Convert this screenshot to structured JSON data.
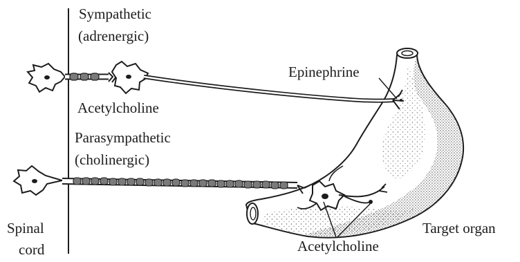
{
  "colors": {
    "ink": "#1c1c1c",
    "stipple": "#2a2a2a",
    "myelin": "#7a7a7a",
    "background": "#ffffff"
  },
  "labels": {
    "sympathetic_line1": "Sympathetic",
    "sympathetic_line2": "(adrenergic)",
    "epinephrine": "Epinephrine",
    "acetylcholine_top": "Acetylcholine",
    "parasympathetic_line1": "Parasympathetic",
    "parasympathetic_line2": "(cholinergic)",
    "spinal_line1": "Spinal",
    "spinal_line2": "cord",
    "target_organ": "Target organ",
    "acetylcholine_bottom": "Acetylcholine"
  }
}
